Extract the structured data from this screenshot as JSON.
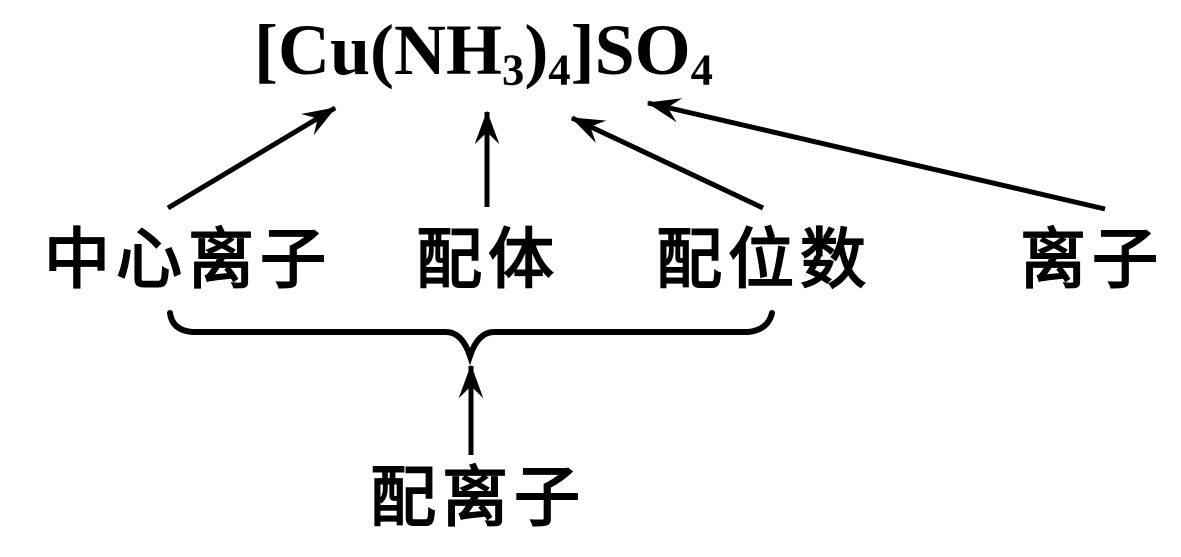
{
  "diagram": {
    "kind": "coordination-compound-annotation",
    "formula": {
      "plain": "[Cu(NH3)4]SO4",
      "parts": [
        {
          "t": "[Cu(NH",
          "sub": false
        },
        {
          "t": "3",
          "sub": true
        },
        {
          "t": ")",
          "sub": false
        },
        {
          "t": "4",
          "sub": true
        },
        {
          "t": "]SO",
          "sub": false
        },
        {
          "t": "4",
          "sub": true
        }
      ]
    },
    "labels": {
      "central_ion": "中心离子",
      "ligand": "配体",
      "coordination_number": "配位数",
      "outer_ion": "离子",
      "complex_ion": "配离子"
    },
    "colors": {
      "ink": "#000000",
      "background": "#ffffff"
    }
  }
}
